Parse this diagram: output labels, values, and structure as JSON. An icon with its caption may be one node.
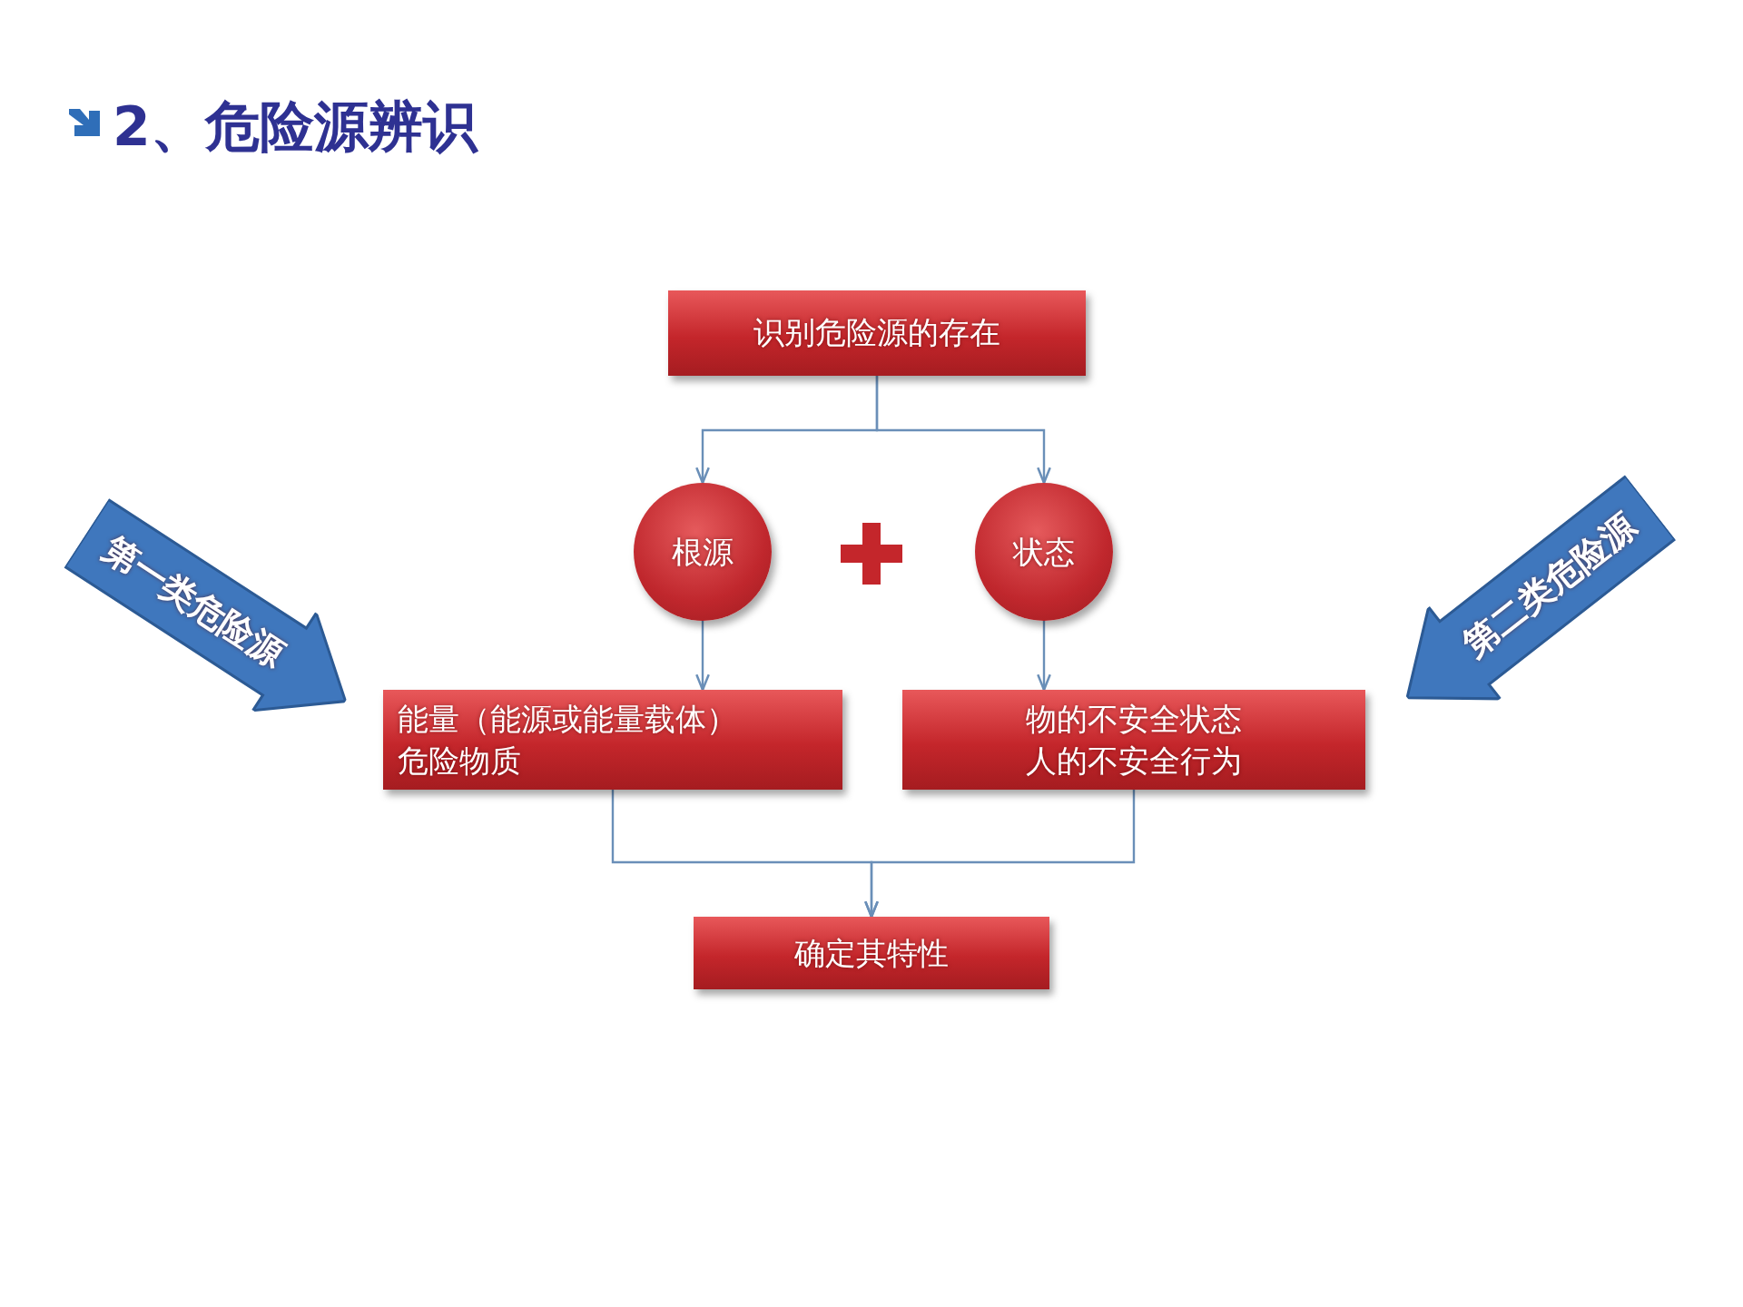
{
  "diagram": {
    "title": "2、危险源辨识",
    "nodes": [
      {
        "text": [
          "识别危险源的存在"
        ]
      },
      {
        "text": [
          "根源"
        ]
      },
      {
        "text": [
          "状态"
        ]
      },
      {
        "text": [
          "能量（能源或能量载体）",
          "危险物质"
        ]
      },
      {
        "text": [
          "物的不安全状态",
          "人的不安全行为"
        ]
      },
      {
        "text": [
          "确定其特性"
        ]
      },
      {
        "text": [
          "第一类危险源"
        ]
      },
      {
        "text": [
          "第二类危险源"
        ]
      }
    ],
    "edges": [
      {
        "from": 0,
        "to": 1,
        "arrow": "to"
      },
      {
        "from": 0,
        "to": 2,
        "arrow": "to"
      },
      {
        "from": 1,
        "to": 3,
        "arrow": "to"
      },
      {
        "from": 2,
        "to": 4,
        "arrow": "to"
      },
      {
        "from": 3,
        "to": 5,
        "arrow": "to"
      },
      {
        "from": 4,
        "to": 5,
        "arrow": "to"
      }
    ]
  }
}
